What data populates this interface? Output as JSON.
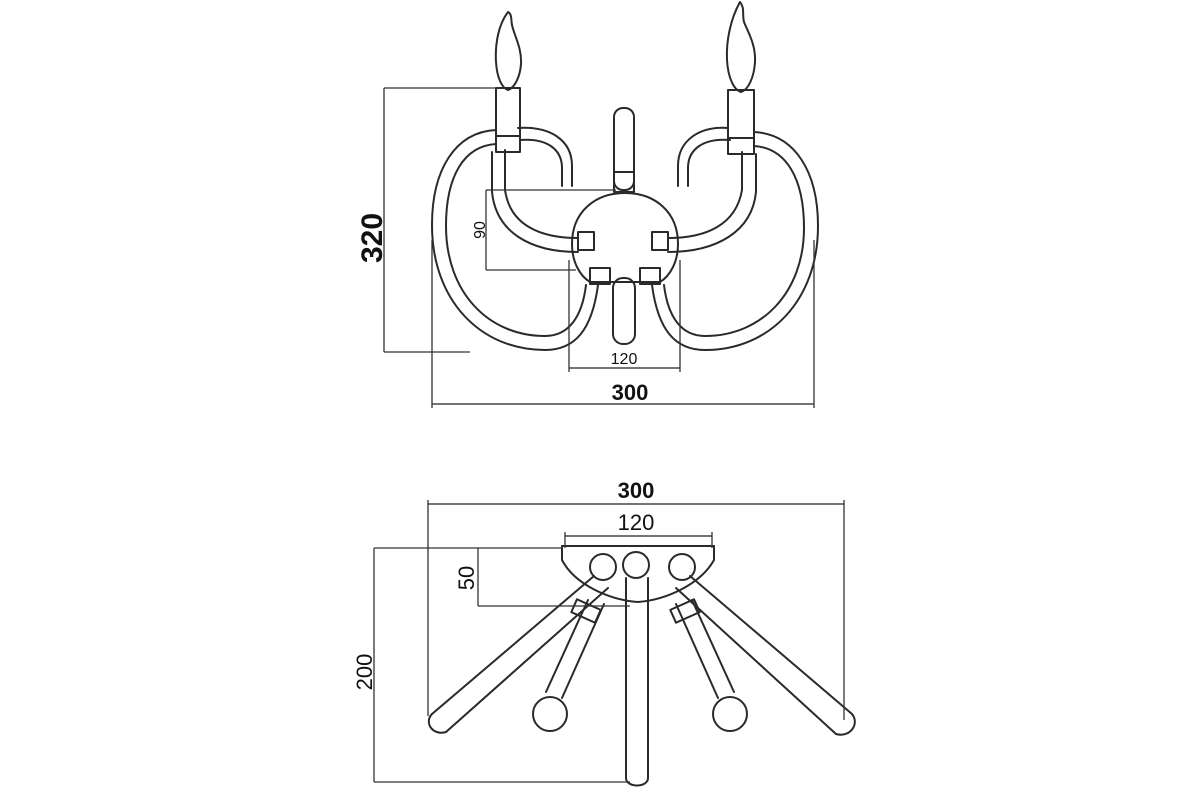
{
  "front_view": {
    "height_label": "320",
    "inner_height_label": "90",
    "width_label": "300",
    "inner_width_label": "120"
  },
  "top_view": {
    "width_label": "300",
    "inner_width_label": "120",
    "depth_label": "200",
    "inner_depth_label": "50"
  }
}
